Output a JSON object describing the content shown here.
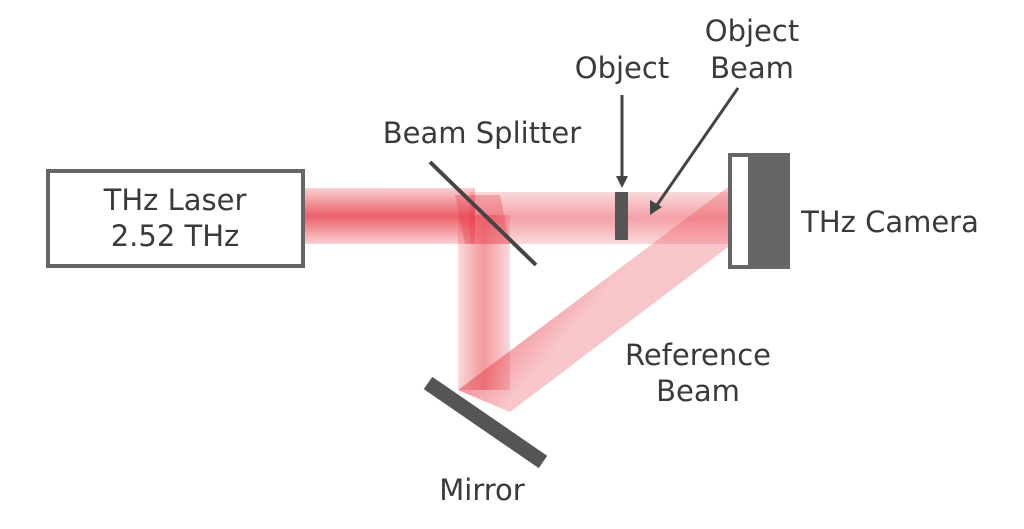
{
  "laser": {
    "line1": "THz Laser",
    "line2": "2.52 THz"
  },
  "labels": {
    "beam_splitter": "Beam Splitter",
    "object": "Object",
    "object_beam_line1": "Object",
    "object_beam_line2": "Beam",
    "camera": "THz Camera",
    "reference_beam_line1": "Reference",
    "reference_beam_line2": "Beam",
    "mirror": "Mirror"
  },
  "colors": {
    "beam": "#e8434e",
    "component": "#555555",
    "outline": "#666666",
    "text": "#3a3a3a"
  }
}
